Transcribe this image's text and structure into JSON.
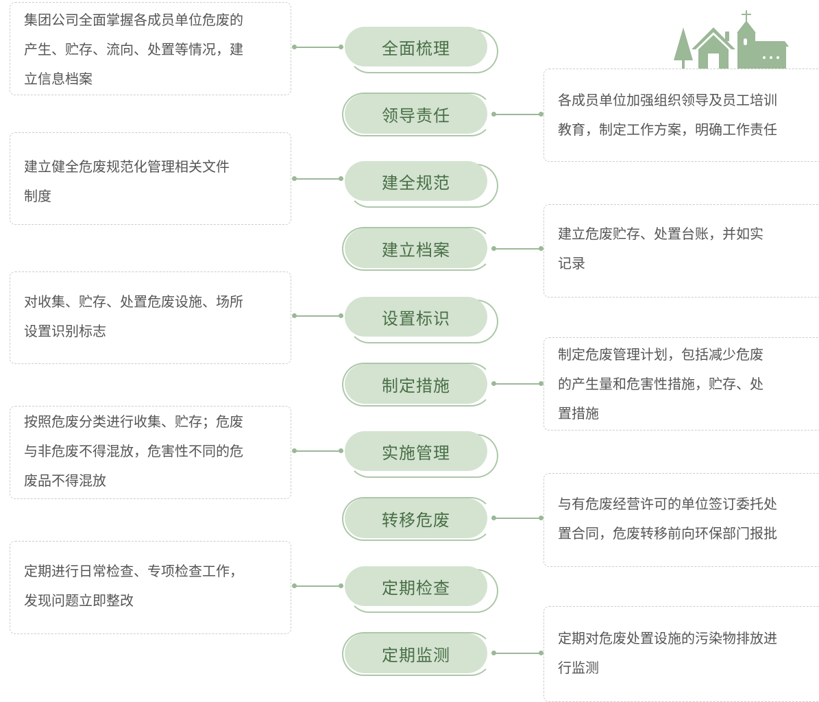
{
  "colors": {
    "pill_bg": "#d3e3d0",
    "pill_text": "#496e46",
    "accent": "#9bb897",
    "text": "#555555",
    "border": "#c7cfc4"
  },
  "decoration": {
    "icon": "village-house-church-icon"
  },
  "steps": [
    {
      "label": "全面梳理",
      "side": "left",
      "desc": [
        "集团公司全面掌握各成员单位危废的",
        "产生、贮存、流向、处置等情况，建",
        "立信息档案"
      ]
    },
    {
      "label": "领导责任",
      "side": "right",
      "desc": [
        "各成员单位加强组织领导及员工培训",
        "教育，制定工作方案，明确工作责任"
      ]
    },
    {
      "label": "建全规范",
      "side": "left",
      "desc": [
        "建立健全危废规范化管理相关文件",
        "制度"
      ]
    },
    {
      "label": "建立档案",
      "side": "right",
      "desc": [
        "建立危废贮存、处置台账，并如实",
        "记录"
      ]
    },
    {
      "label": "设置标识",
      "side": "left",
      "desc": [
        "对收集、贮存、处置危废设施、场所",
        "设置识别标志"
      ]
    },
    {
      "label": "制定措施",
      "side": "right",
      "desc": [
        "制定危废管理计划，包括减少危废",
        "的产生量和危害性措施，贮存、处",
        "置措施"
      ]
    },
    {
      "label": "实施管理",
      "side": "left",
      "desc": [
        "按照危废分类进行收集、贮存；危废",
        "与非危废不得混放，危害性不同的危",
        "废品不得混放"
      ]
    },
    {
      "label": "转移危废",
      "side": "right",
      "desc": [
        "与有危废经营许可的单位签订委托处",
        "置合同，危废转移前向环保部门报批"
      ]
    },
    {
      "label": "定期检查",
      "side": "left",
      "desc": [
        "定期进行日常检查、专项检查工作，",
        "发现问题立即整改"
      ]
    },
    {
      "label": "定期监测",
      "side": "right",
      "desc": [
        "定期对危废处置设施的污染物排放进",
        "行监测"
      ]
    }
  ]
}
